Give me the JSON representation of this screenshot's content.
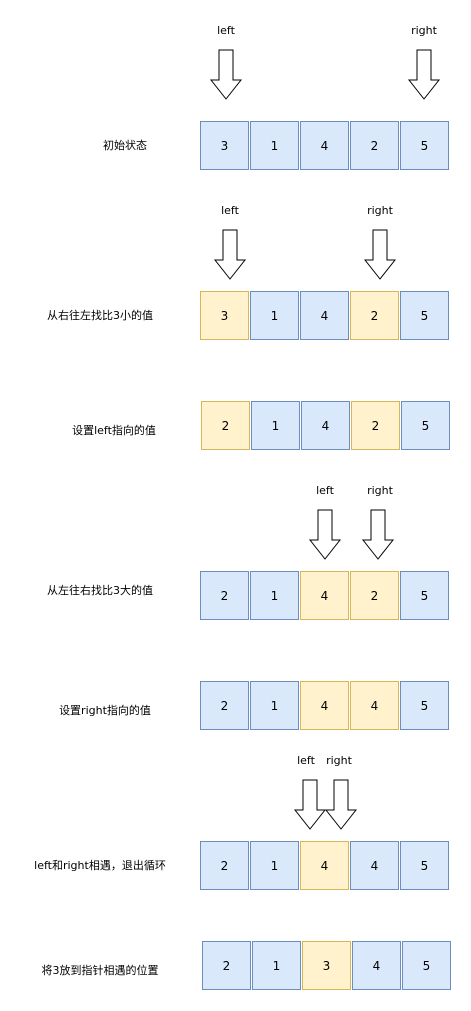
{
  "pointer_names": {
    "left": "left",
    "right": "right"
  },
  "steps": [
    {
      "label": "初始状态",
      "cells": [
        "3",
        "1",
        "4",
        "2",
        "5"
      ],
      "highlight": [
        false,
        false,
        false,
        false,
        false
      ]
    },
    {
      "label": "从右往左找比3小的值",
      "cells": [
        "3",
        "1",
        "4",
        "2",
        "5"
      ],
      "highlight": [
        true,
        false,
        false,
        true,
        false
      ]
    },
    {
      "label": "设置left指向的值",
      "cells": [
        "2",
        "1",
        "4",
        "2",
        "5"
      ],
      "highlight": [
        true,
        false,
        false,
        true,
        false
      ]
    },
    {
      "label": "从左往右找比3大的值",
      "cells": [
        "2",
        "1",
        "4",
        "2",
        "5"
      ],
      "highlight": [
        false,
        false,
        true,
        true,
        false
      ]
    },
    {
      "label": "设置right指向的值",
      "cells": [
        "2",
        "1",
        "4",
        "4",
        "5"
      ],
      "highlight": [
        false,
        false,
        true,
        true,
        false
      ]
    },
    {
      "label": "left和right相遇，退出循环",
      "cells": [
        "2",
        "1",
        "4",
        "4",
        "5"
      ],
      "highlight": [
        false,
        false,
        true,
        false,
        false
      ]
    },
    {
      "label": "将3放到指针相遇的位置",
      "cells": [
        "2",
        "1",
        "3",
        "4",
        "5"
      ],
      "highlight": [
        false,
        false,
        true,
        false,
        false
      ]
    }
  ],
  "colors": {
    "cell_fill": "#dae8fc",
    "cell_border": "#6c8ebf",
    "highlight_fill": "#fff2cc",
    "highlight_border": "#d6b656",
    "arrow_stroke": "#000000"
  }
}
